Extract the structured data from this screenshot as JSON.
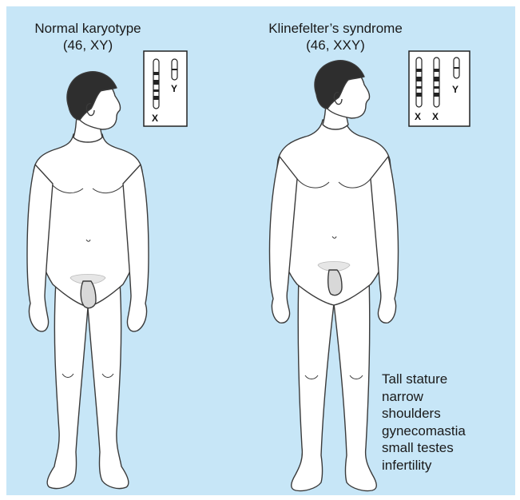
{
  "left_figure": {
    "title": "Normal karyotype",
    "karyotype": "(46, XY)",
    "chromosomes": [
      "X",
      "Y"
    ]
  },
  "right_figure": {
    "title": "Klinefelter’s syndrome",
    "karyotype": "(46, XXY)",
    "chromosomes": [
      "X",
      "X",
      "Y"
    ]
  },
  "features": [
    "Tall stature",
    "narrow",
    "shoulders",
    "gynecomastia",
    "small testes",
    "infertility"
  ],
  "colors": {
    "background": "#c7e6f7",
    "skin": "#ffffff",
    "outline": "#3a3a3a",
    "hair": "#2e2e2e"
  }
}
